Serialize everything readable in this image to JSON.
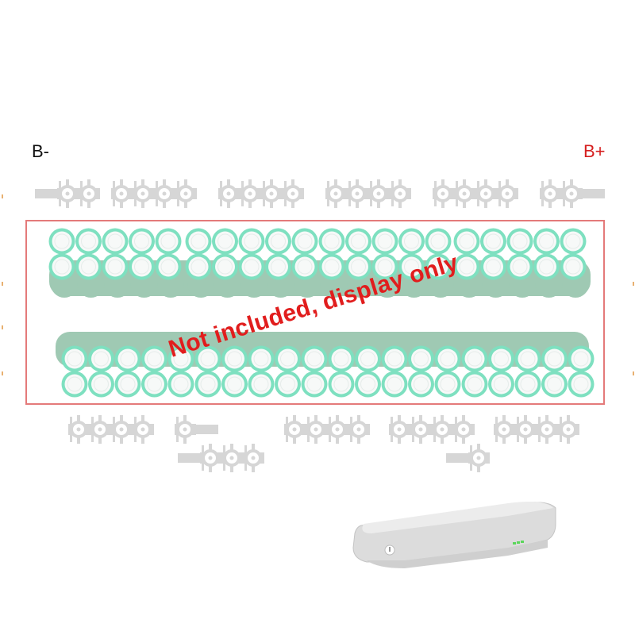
{
  "terminals": {
    "negative": "B-",
    "positive": "B+"
  },
  "notice": "Not included, display only",
  "colors": {
    "negative_label": "#111111",
    "positive_label": "#d62020",
    "frame": "#e47a7a",
    "notice": "#e11d1d",
    "cell_fill": "#9fc9b3",
    "cell_ring": "#7ee0c0",
    "cell_top": "#f7f9f8",
    "nickel_strip": "#d6d6d6",
    "battery_housing": "#dcdcdc",
    "status_led": "#5bd65b"
  },
  "icons": [
    "battery-cell",
    "nickel-strip",
    "battery-housing",
    "power-button-icon",
    "charge-indicator"
  ]
}
